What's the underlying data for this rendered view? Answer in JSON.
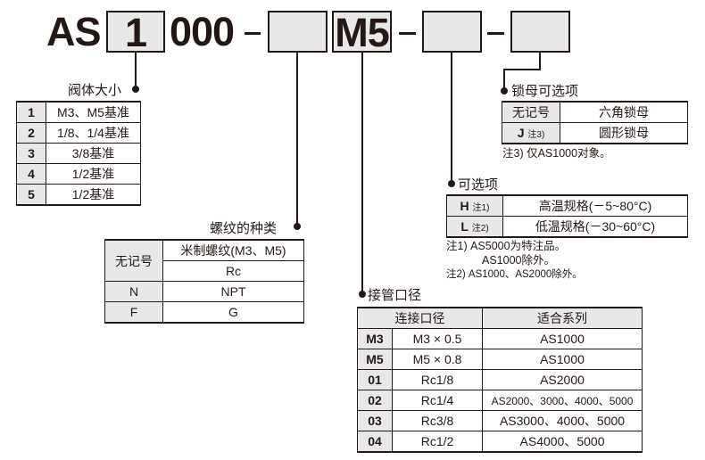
{
  "model_code": {
    "prefix": "AS",
    "box1": "1",
    "middle": "000",
    "box2": "",
    "box3": "M5",
    "box4": "",
    "box5": ""
  },
  "body_size": {
    "title": "阀体大小",
    "rows": [
      {
        "code": "1",
        "desc": "M3、M5基准"
      },
      {
        "code": "2",
        "desc": "1/8、1/4基准"
      },
      {
        "code": "3",
        "desc": "3/8基准"
      },
      {
        "code": "4",
        "desc": "1/2基准"
      },
      {
        "code": "5",
        "desc": "1/2基准"
      }
    ]
  },
  "thread_type": {
    "title": "螺纹的种类",
    "rows": [
      {
        "code": "无记号",
        "desc": "米制螺纹(M3、M5)"
      },
      {
        "code": "",
        "desc": "Rc"
      },
      {
        "code": "N",
        "desc": "NPT"
      },
      {
        "code": "F",
        "desc": "G"
      }
    ]
  },
  "port_size": {
    "title": "接管口径",
    "headers": [
      "连接口径",
      "适合系列"
    ],
    "rows": [
      {
        "code": "M3",
        "size": "M3 × 0.5",
        "series": "AS1000"
      },
      {
        "code": "M5",
        "size": "M5 × 0.8",
        "series": "AS1000"
      },
      {
        "code": "01",
        "size": "Rc1/8",
        "series": "AS2000"
      },
      {
        "code": "02",
        "size": "Rc1/4",
        "series": "AS2000、3000、4000、5000"
      },
      {
        "code": "03",
        "size": "Rc3/8",
        "series": "AS3000、4000、5000"
      },
      {
        "code": "04",
        "size": "Rc1/2",
        "series": "AS4000、5000"
      }
    ]
  },
  "options": {
    "title": "可选项",
    "rows": [
      {
        "code": "H",
        "note": "注1)",
        "desc": "高温规格(－5~80°C)"
      },
      {
        "code": "L",
        "note": "注2)",
        "desc": "低温规格(－30~60°C)"
      }
    ],
    "notes": [
      "注1) AS5000为特注品。",
      "AS1000除外。",
      "注2) AS1000、AS2000除外。"
    ]
  },
  "locknut_options": {
    "title": "锁母可选项",
    "rows": [
      {
        "code": "无记号",
        "note": "",
        "desc": "六角锁母"
      },
      {
        "code": "J",
        "note": "注3)",
        "desc": "圆形锁母"
      }
    ],
    "notes": [
      "注3) 仅AS1000对象。"
    ]
  }
}
